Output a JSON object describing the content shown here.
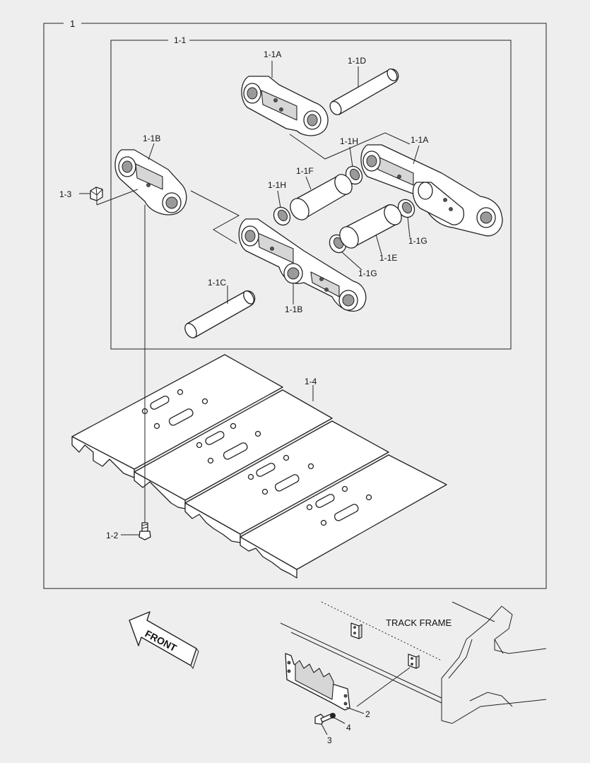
{
  "callouts": {
    "assembly": "1",
    "link_assy": "1-1",
    "link_a_top": "1-1A",
    "link_a_right": "1-1A",
    "pin_d": "1-1D",
    "link_b_left": "1-1B",
    "link_b_bottom": "1-1B",
    "seal_h_right": "1-1H",
    "seal_h_left": "1-1H",
    "bushing_f": "1-1F",
    "nut": "1-3",
    "seal_g_right": "1-1G",
    "bushing_e": "1-1E",
    "seal_g_bottom": "1-1G",
    "pin_c": "1-1C",
    "shoe": "1-4",
    "bolt": "1-2",
    "guard": "2",
    "guard_bolt": "3",
    "washer": "4"
  },
  "front_arrow": "FRONT",
  "track_frame": "TRACK FRAME",
  "colors": {
    "background": "#eeeeee",
    "line": "#222222",
    "part_fill": "#ffffff",
    "shade": "#d6d6d6"
  }
}
